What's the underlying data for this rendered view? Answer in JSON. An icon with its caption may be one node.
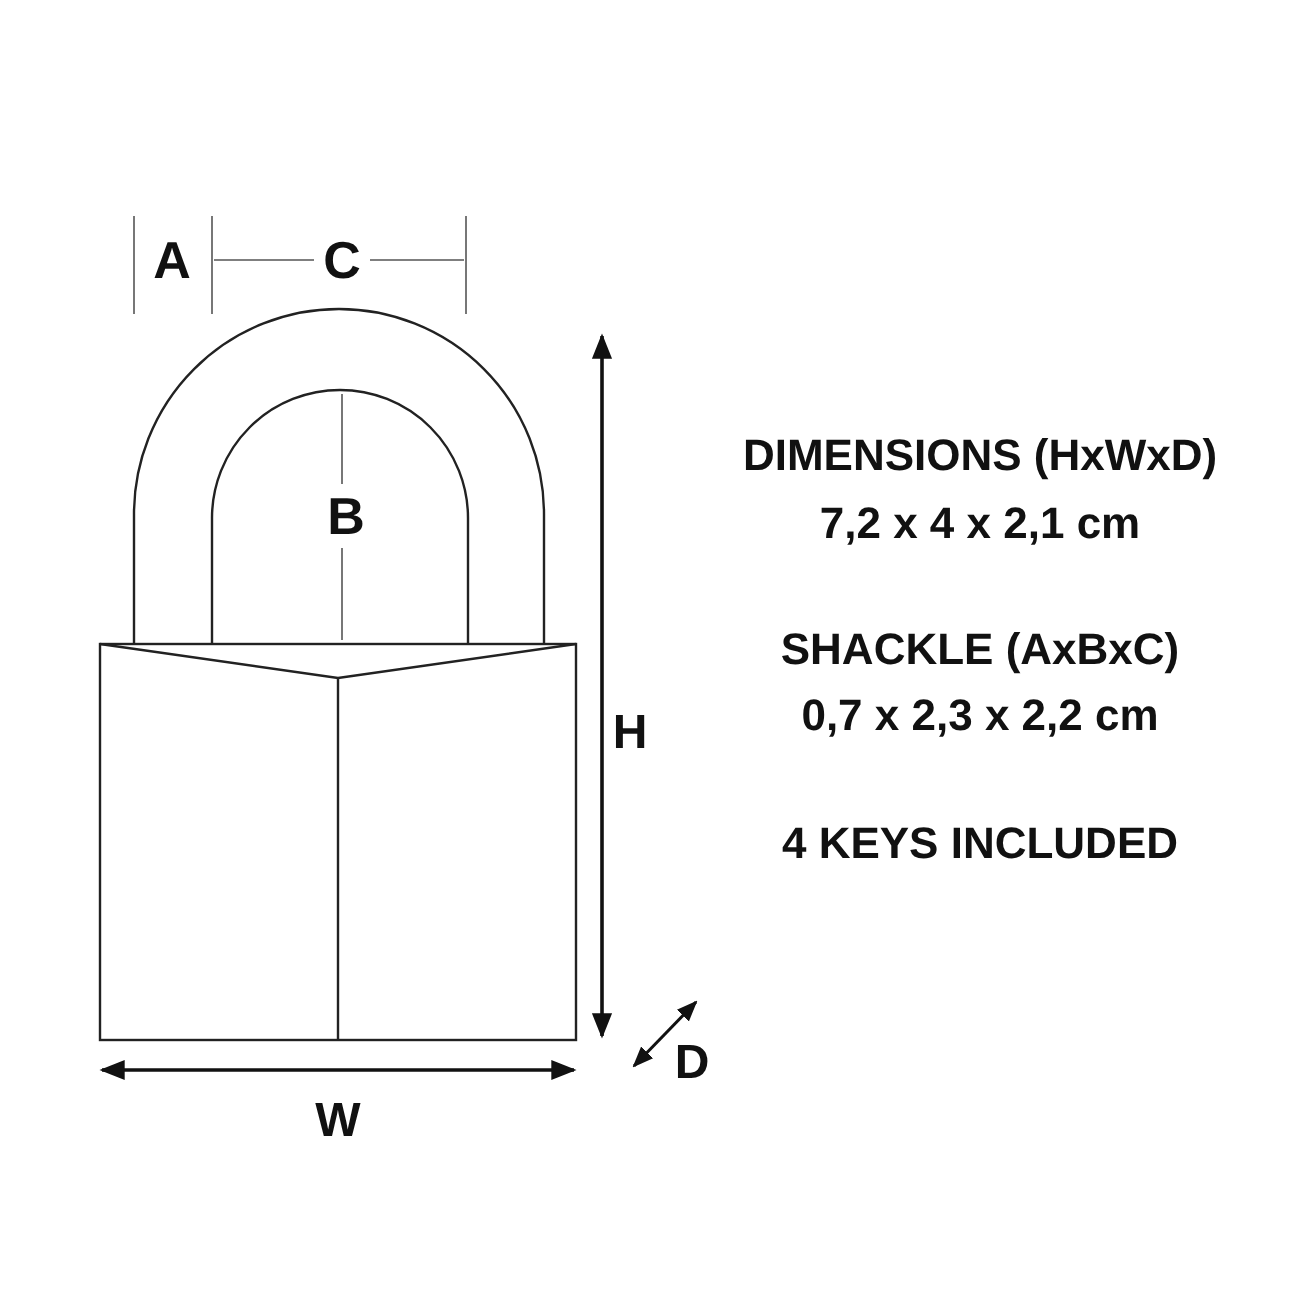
{
  "diagram": {
    "labels": [
      "A",
      "C",
      "B",
      "H",
      "DIMENSIONS (HxWxD)",
      "7,2 x 4 x 2,1 cm",
      "SHACKLE (AxBxC)",
      "0,7 x 2,3 x 2,2 cm",
      "4 KEYS INCLUDED",
      "D",
      "W"
    ]
  }
}
